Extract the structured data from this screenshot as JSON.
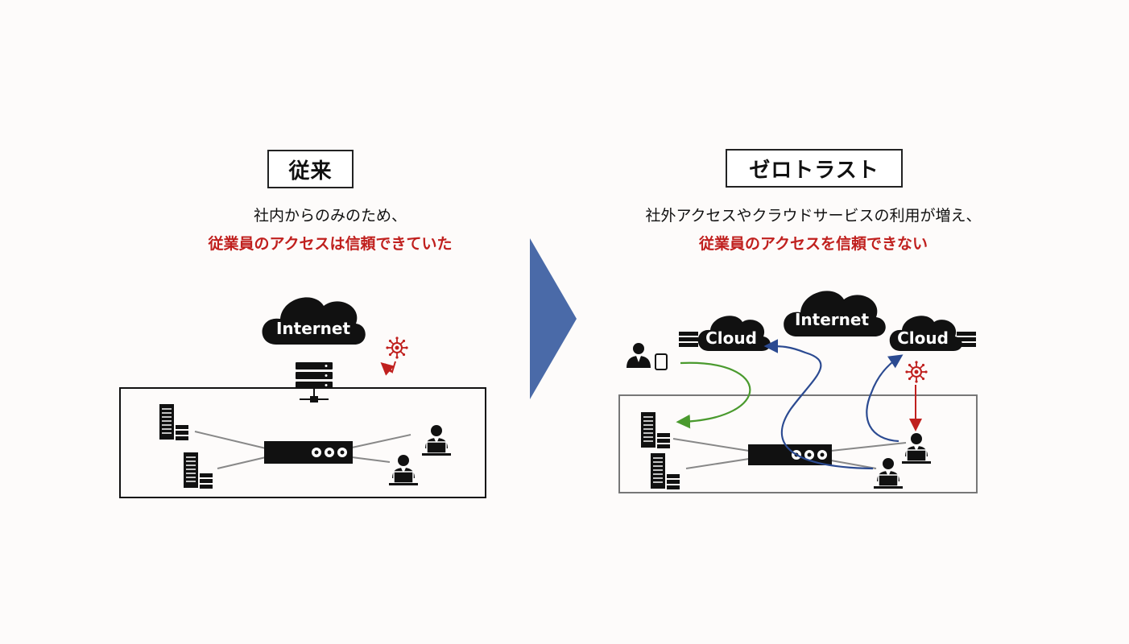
{
  "left": {
    "title": "従来",
    "line1": "社内からのみのため、",
    "line2": "従業員のアクセスは信頼できていた",
    "cloud": "Internet"
  },
  "right": {
    "title": "ゼロトラスト",
    "line1": "社外アクセスやクラウドサービスの利用が増え、",
    "line2": "従業員のアクセスを信頼できない",
    "cloud_internet": "Internet",
    "cloud_left": "Cloud",
    "cloud_right": "Cloud"
  },
  "colors": {
    "accent_red": "#c0201e",
    "arrow_blue": "#4a6aa8",
    "path_blue": "#2b4a91",
    "path_green": "#4a9a2e",
    "dark": "#111111"
  }
}
